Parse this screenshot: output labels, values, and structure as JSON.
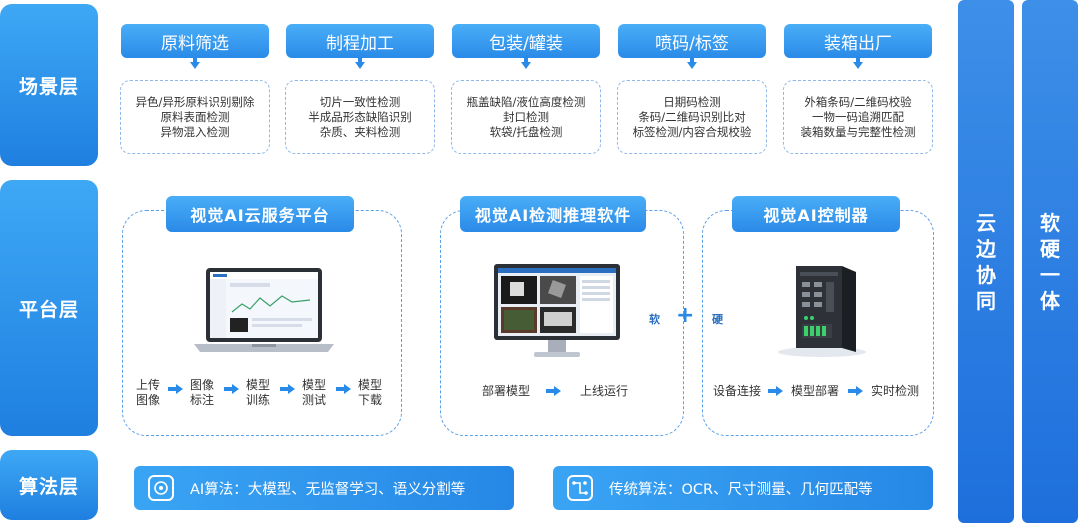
{
  "layers": {
    "scene": "场景层",
    "platform": "平台层",
    "algorithm": "算法层"
  },
  "side_bars": {
    "cloud_edge": [
      "云",
      "边",
      "协",
      "同"
    ],
    "soft_hard": [
      "软",
      "硬",
      "一",
      "体"
    ]
  },
  "stages": [
    {
      "title": "原料筛选",
      "items": [
        "异色/异形原料识别剔除",
        "原料表面检测",
        "异物混入检测"
      ]
    },
    {
      "title": "制程加工",
      "items": [
        "切片一致性检测",
        "半成品形态缺陷识别",
        "杂质、夹料检测"
      ]
    },
    {
      "title": "包装/罐装",
      "items": [
        "瓶盖缺陷/液位高度检测",
        "封口检测",
        "软袋/托盘检测"
      ]
    },
    {
      "title": "喷码/标签",
      "items": [
        "日期码检测",
        "条码/二维码识别比对",
        "标签检测/内容合规校验"
      ]
    },
    {
      "title": "装箱出厂",
      "items": [
        "外箱条码/二维码校验",
        "一物一码追溯匹配",
        "装箱数量与完整性检测"
      ]
    }
  ],
  "platforms": {
    "cloud": {
      "title": "视觉AI云服务平台",
      "flow": [
        "上传\n图像",
        "图像\n标注",
        "模型\n训练",
        "模型\n测试",
        "模型\n下载"
      ]
    },
    "inference": {
      "title": "视觉AI检测推理软件",
      "flow": [
        "部署模型",
        "上线运行"
      ]
    },
    "controller": {
      "title": "视觉AI控制器",
      "flow": [
        "设备连接",
        "模型部署",
        "实时检测"
      ]
    },
    "soft_label": "软",
    "plus": "+",
    "hard_label": "硬"
  },
  "algorithms": {
    "ai": "AI算法：大模型、无监督学习、语义分割等",
    "traditional": "传统算法：OCR、尺寸测量、几何匹配等"
  },
  "colors": {
    "primary": "#2a8ae8",
    "light": "#4aaef7",
    "dashed": "#8fb8e8"
  }
}
